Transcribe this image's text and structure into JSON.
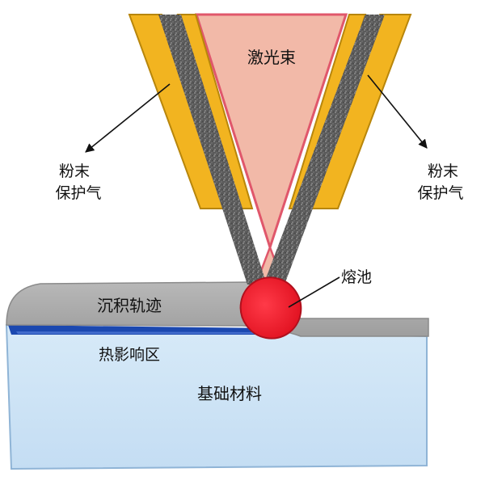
{
  "labels": {
    "laser_beam": "激光束",
    "powder_gas_left_line1": "粉末",
    "powder_gas_left_line2": "保护气",
    "powder_gas_right_line1": "粉末",
    "powder_gas_right_line2": "保护气",
    "melt_pool": "熔池",
    "deposition_track": "沉积轨迹",
    "heat_affected_zone": "热影响区",
    "substrate": "基础材料"
  },
  "colors": {
    "substrate_fill": "#cce3f6",
    "substrate_edge": "#8fb4d6",
    "deposition_fill": "#a9a9a9",
    "deposition_edge": "#8a8a8a",
    "haz_band": "#1b48b0",
    "laser_fill": "#f2b9a8",
    "laser_edge": "#e0576b",
    "powder_stream": "#5e5e5e",
    "nozzle_gold": "#f2b420",
    "nozzle_gold_dark": "#b8860b",
    "melt_pool_fill": "#ee1c2e",
    "melt_pool_edge": "#b0101d"
  }
}
